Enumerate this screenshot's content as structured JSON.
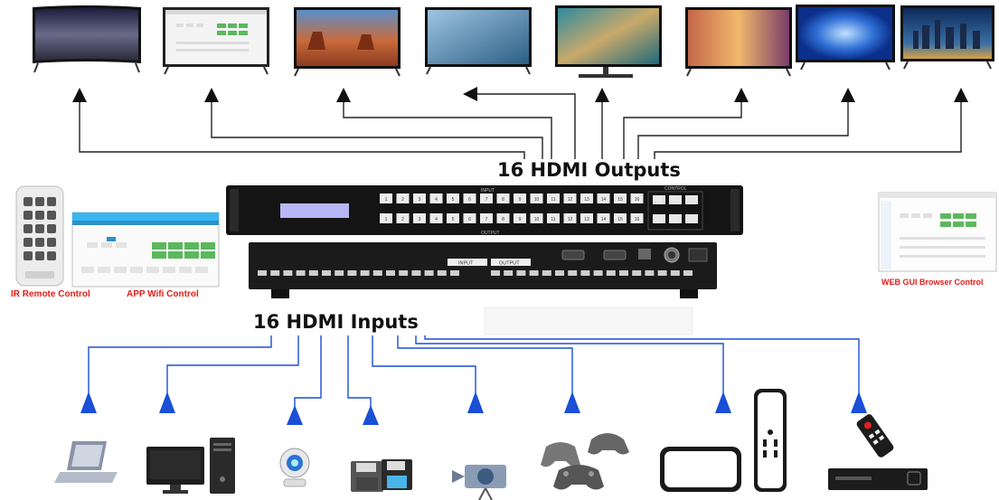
{
  "labels": {
    "outputs": "16 HDMI Outputs",
    "inputs": "16 HDMI Inputs",
    "ir_remote": "IR Remote Control",
    "app_wifi": "APP Wifi Control",
    "web_gui": "WEB GUI Browser Control"
  },
  "panel": {
    "input_row_label": "INPUT",
    "output_row_label": "OUTPUT",
    "control_label": "CONTROL",
    "input_buttons": [
      "1",
      "2",
      "3",
      "4",
      "5",
      "6",
      "7",
      "8",
      "9",
      "10",
      "11",
      "12",
      "13",
      "14",
      "15",
      "16"
    ],
    "output_buttons": [
      "1",
      "2",
      "3",
      "4",
      "5",
      "6",
      "7",
      "8",
      "9",
      "10",
      "11",
      "12",
      "13",
      "14",
      "15",
      "16"
    ],
    "rear_input_label": "INPUT",
    "rear_output_label": "OUTPUT"
  },
  "output_displays": [
    "tv",
    "monitor-web-gui",
    "tv",
    "tv",
    "monitor",
    "tv",
    "tv",
    "tv"
  ],
  "input_sources": [
    "laptop-icon",
    "desktop-pc-icon",
    "webcam-icon",
    "storage-icon",
    "camera-icon",
    "game-controller-icon",
    "set-top-box-icon",
    "remote-icon",
    "dvd-player-icon"
  ],
  "colors": {
    "arrow_out": "#111111",
    "arrow_in": "#1a4fd6",
    "label_red": "#e0201c",
    "device_body": "#151515"
  }
}
